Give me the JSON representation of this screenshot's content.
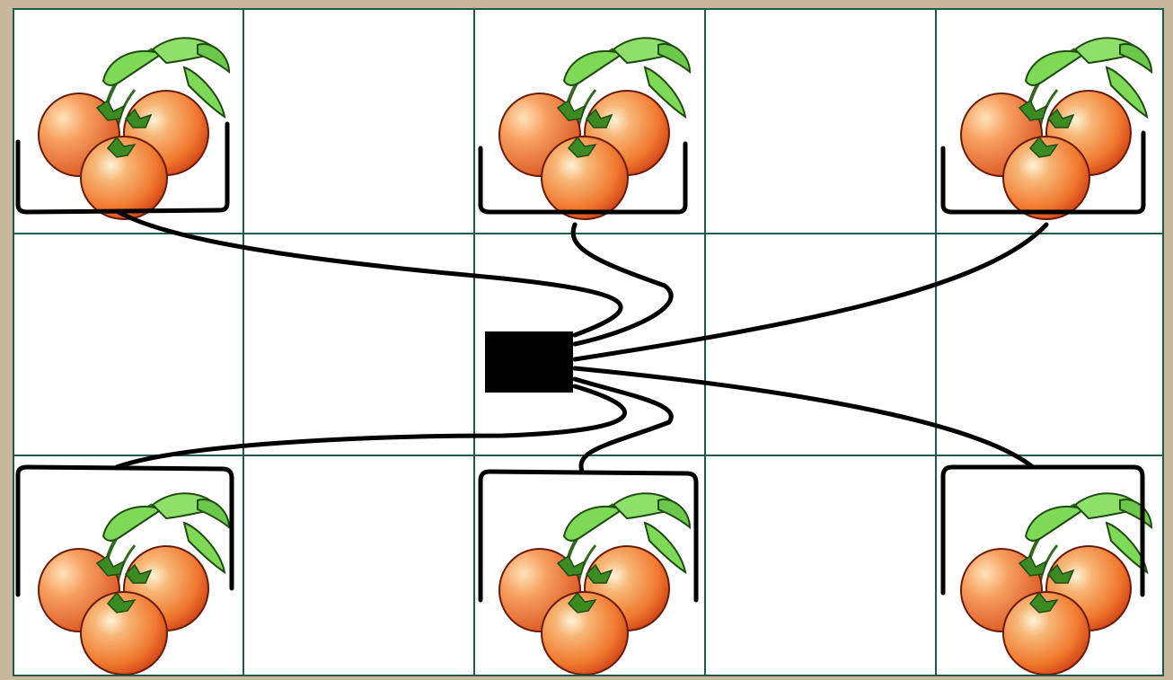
{
  "colors": {
    "frame": "#c8b89a",
    "background": "#ffffff",
    "grid": "#1f5a4f",
    "wire": "#000000",
    "hub": "#000000",
    "tomato_light": "#f7b777",
    "tomato_mid": "#f0782e",
    "tomato_dark": "#c93a12",
    "leaf": "#7ed957",
    "leaf_dark": "#2f8a1f"
  },
  "grid": {
    "rows": 3,
    "cols": 5
  },
  "hub": {
    "icon": "controller-box"
  },
  "plants": [
    {
      "id": "top-left",
      "icon": "tomato-plant-icon",
      "row": 0,
      "col": 0
    },
    {
      "id": "top-middle",
      "icon": "tomato-plant-icon",
      "row": 0,
      "col": 2
    },
    {
      "id": "top-right",
      "icon": "tomato-plant-icon",
      "row": 0,
      "col": 4
    },
    {
      "id": "bottom-left",
      "icon": "tomato-plant-icon",
      "row": 2,
      "col": 0
    },
    {
      "id": "bottom-middle",
      "icon": "tomato-plant-icon",
      "row": 2,
      "col": 2
    },
    {
      "id": "bottom-right",
      "icon": "tomato-plant-icon",
      "row": 2,
      "col": 4
    }
  ]
}
